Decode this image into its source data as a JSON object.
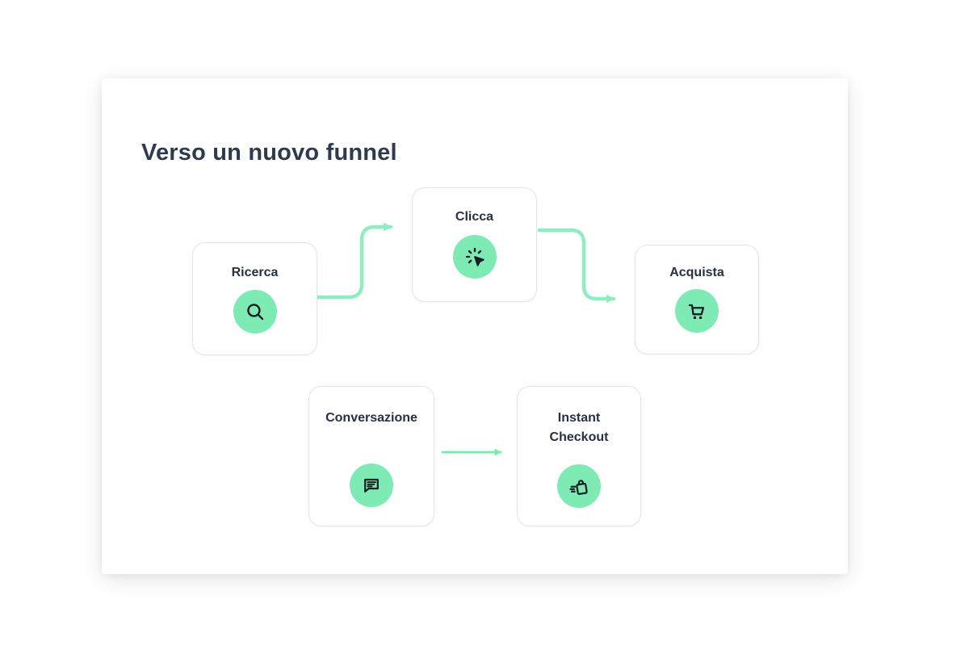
{
  "title": "Verso un nuovo funnel",
  "funnel": {
    "cards": {
      "ricerca": {
        "label": "Ricerca",
        "icon": "search-icon"
      },
      "clicca": {
        "label": "Clicca",
        "icon": "cursor-click-icon"
      },
      "acquista": {
        "label": "Acquista",
        "icon": "shopping-cart-icon"
      },
      "conversazione": {
        "label": "Conversazione",
        "icon": "chat-bubble-icon"
      },
      "instant_checkout": {
        "label": "Instant Checkout",
        "icon": "fast-shopping-bag-icon"
      }
    },
    "arrows": [
      {
        "from": "Ricerca",
        "to": "Clicca",
        "shape": "s-curve-up"
      },
      {
        "from": "Clicca",
        "to": "Acquista",
        "shape": "s-curve-down"
      },
      {
        "from": "Conversazione",
        "to": "Instant Checkout",
        "shape": "straight"
      }
    ]
  },
  "colors": {
    "title_text": "#2e3b4f",
    "label_text": "#263143",
    "mint_circle": "#7debb3",
    "arrow_curved": "#8fedc1",
    "arrow_straight": "#7eebb2",
    "card_border": "#e4e4e6",
    "icon_stroke": "#161d27",
    "panel_background": "#ffffff"
  }
}
